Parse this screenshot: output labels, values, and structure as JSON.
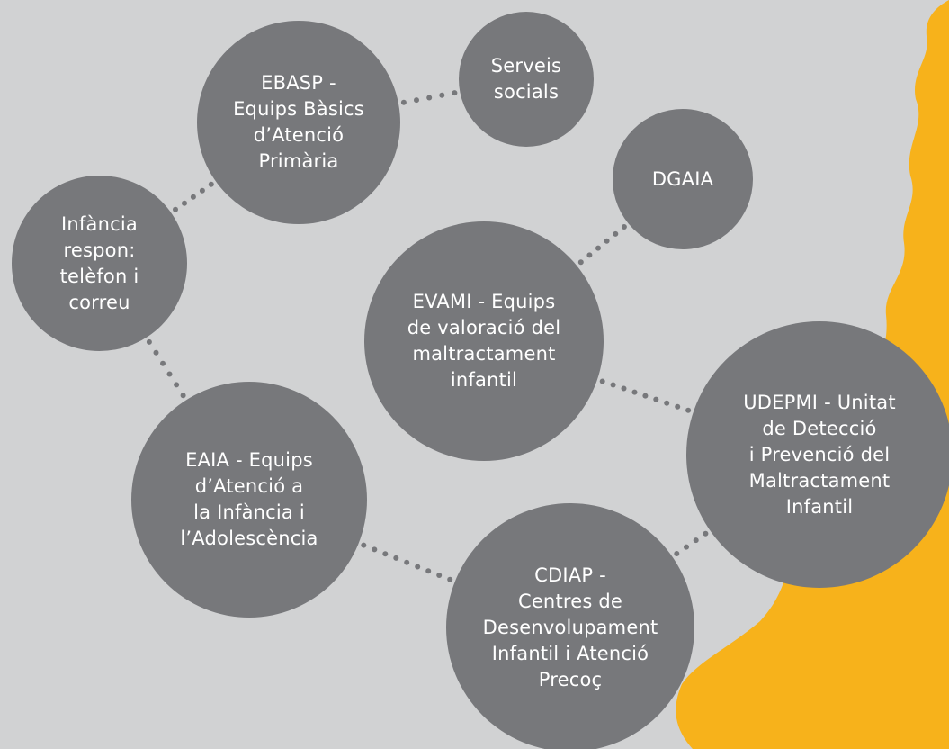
{
  "colors": {
    "background": "#d1d2d3",
    "node_fill": "#77787b",
    "text": "#ffffff",
    "accent_shape": "#f7b21b",
    "connector": "#77787b"
  },
  "nodes": {
    "serveis": "Serveis\nsocials",
    "ebasp": "EBASP -\nEquips Bàsics\nd’Atenció\nPrimària",
    "dgaia": "DGAIA",
    "infancia": "Infància\nrespon:\ntelèfon i\ncorreu",
    "evami": "EVAMI - Equips\nde valoració del\nmaltractament\ninfantil",
    "udepmi": "UDEPMI - Unitat\nde Detecció\ni Prevenció del\nMaltractament\nInfantil",
    "eaia": "EAIA - Equips\nd’Atenció a\nla Infància i\nl’Adolescència",
    "cdiap": "CDIAP -\nCentres de\nDesenvolupament\nInfantil i Atenció\nPrecoç"
  },
  "connections": [
    [
      "ebasp",
      "serveis"
    ],
    [
      "infancia",
      "ebasp"
    ],
    [
      "infancia",
      "eaia"
    ],
    [
      "evami",
      "dgaia"
    ],
    [
      "evami",
      "udepmi"
    ],
    [
      "eaia",
      "cdiap"
    ],
    [
      "cdiap",
      "udepmi"
    ]
  ]
}
